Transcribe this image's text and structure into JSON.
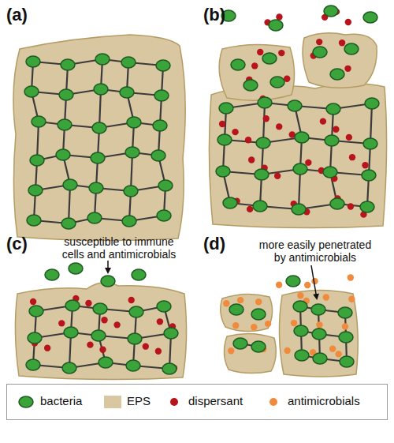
{
  "diagram": {
    "labels": [
      "(a)",
      "(b)",
      "(c)",
      "susceptible to immune cells and antimicrobials",
      "(d)",
      "more easily penetrated by antimicrobials"
    ],
    "legend": [
      {
        "text": "bacteria",
        "color": "#3aa33a"
      },
      {
        "text": "EPS",
        "color": "#d8c7a0"
      },
      {
        "text": "dispersant",
        "color": "#b8141c"
      },
      {
        "text": "antimicrobials",
        "color": "#f08a3c"
      }
    ]
  }
}
